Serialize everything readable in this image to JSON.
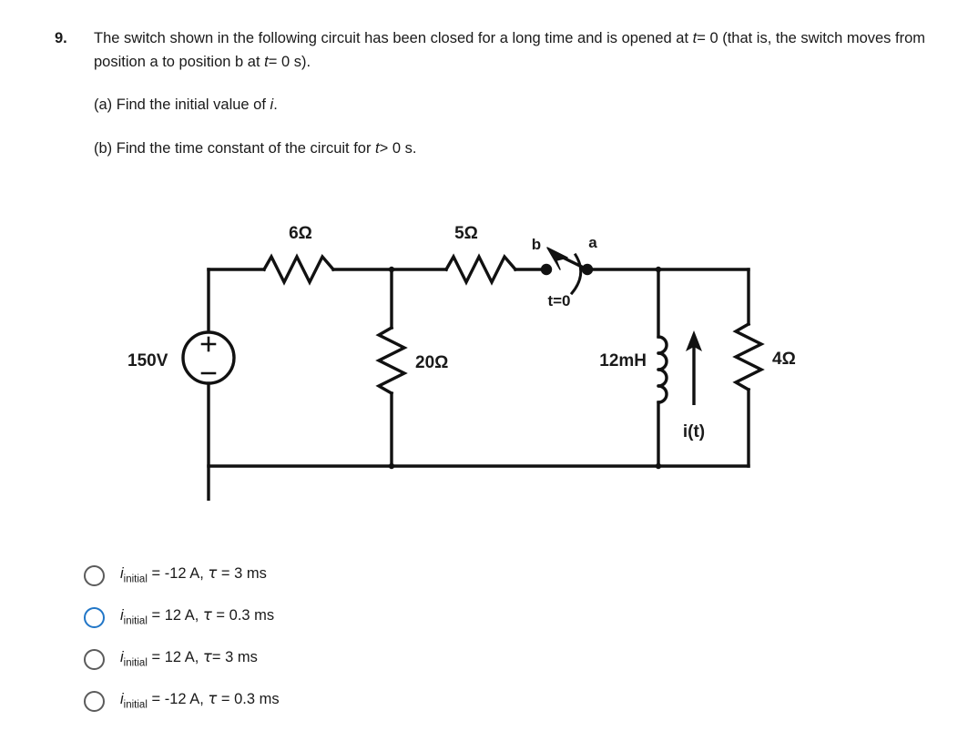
{
  "question": {
    "number": "9.",
    "stem_part1": "The switch shown in the following circuit has been closed for a long time and is opened at ",
    "stem_t": "t",
    "stem_part2": "= 0 (that is, the switch moves from position a to position b at ",
    "stem_t2": "t",
    "stem_part3": "= 0 s).",
    "sub_a": "(a) Find the initial value of ",
    "sub_a_i": "i",
    "sub_a_end": ".",
    "sub_b": "(b) Find the time constant of the circuit for ",
    "sub_b_t": "t",
    "sub_b_end": "> 0 s."
  },
  "circuit": {
    "source_label": "150V",
    "source_plus": "+",
    "source_minus": "−",
    "r6_label": "6Ω",
    "r5_label": "5Ω",
    "r20_label": "20Ω",
    "r4_label": "4Ω",
    "inductor_label": "12mH",
    "current_label": "i(t)",
    "switch_b_label": "b",
    "switch_a_label": "a",
    "switch_time_label": "t=0",
    "wire_color": "#111111"
  },
  "options": [
    {
      "prefix": "i",
      "sub": "initial",
      "value": " = -12 A, ",
      "tau": "τ",
      "tau_value": " = 3 ms",
      "state": "normal"
    },
    {
      "prefix": "i",
      "sub": "initial",
      "value": " = 12 A, ",
      "tau": "τ",
      "tau_value": " = 0.3 ms",
      "state": "highlighted"
    },
    {
      "prefix": "i",
      "sub": "initial",
      "value": " = 12 A, ",
      "tau": "τ",
      "tau_value": "= 3 ms",
      "state": "normal"
    },
    {
      "prefix": "i",
      "sub": "initial",
      "value": " = -12 A, ",
      "tau": "τ",
      "tau_value": " = 0.3 ms",
      "state": "normal"
    }
  ],
  "colors": {
    "highlight": "#2176c7",
    "radio_normal": "#5b5b5b",
    "text": "#1a1a1a"
  }
}
